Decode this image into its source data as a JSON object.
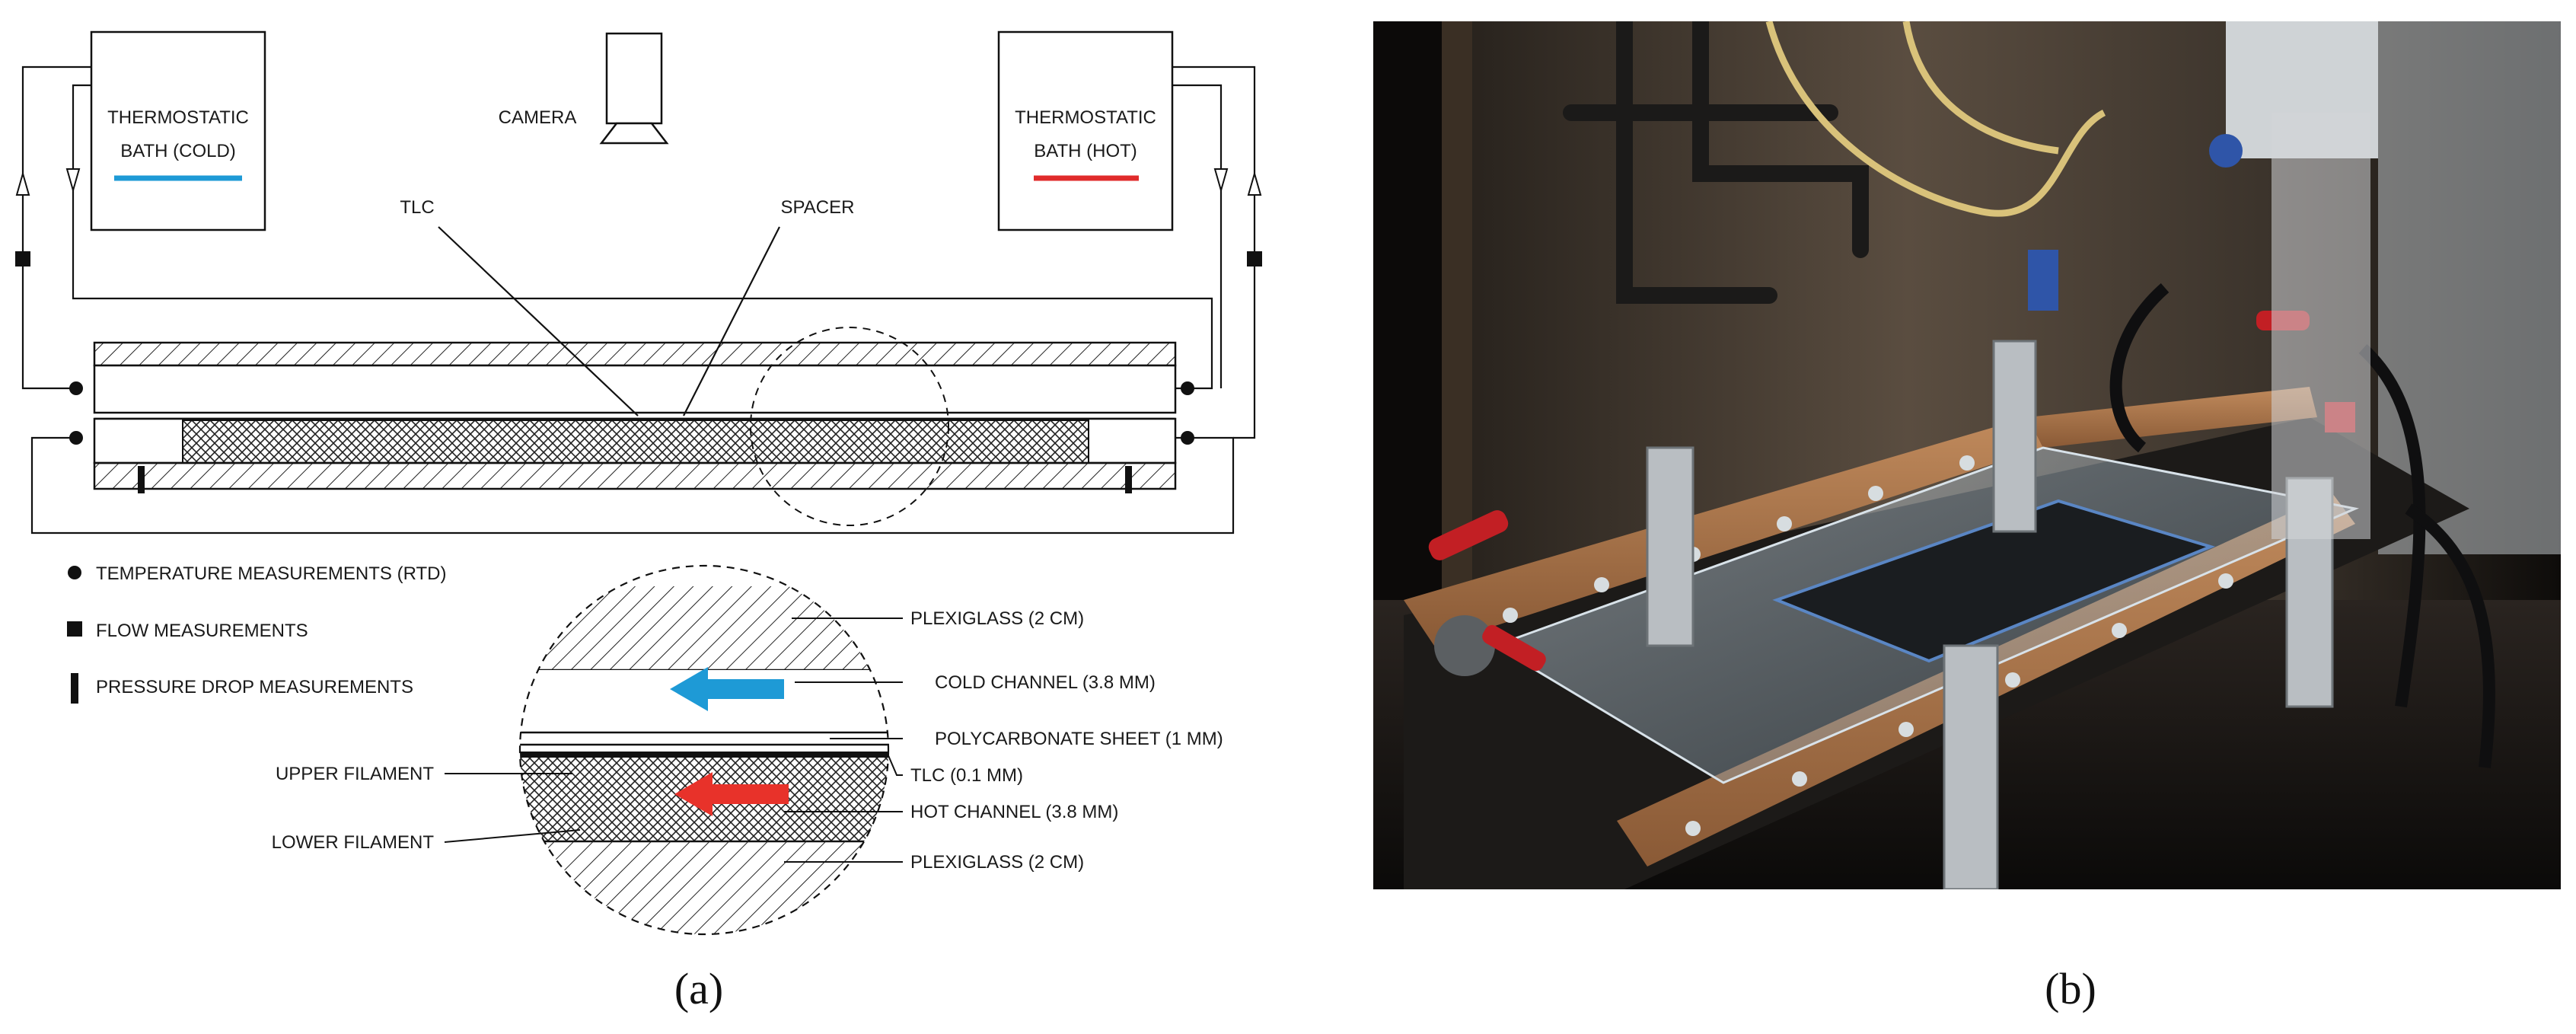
{
  "panel_a": {
    "caption": "(a)",
    "bath_cold": {
      "line1": "THERMOSTATIC",
      "line2": "BATH (COLD)",
      "color": "#1e9ad6"
    },
    "bath_hot": {
      "line1": "THERMOSTATIC",
      "line2": "BATH (HOT)",
      "color": "#e02b2b"
    },
    "camera_label": "CAMERA",
    "tlc_label": "TLC",
    "spacer_label": "SPACER",
    "legend": {
      "temperature": "TEMPERATURE MEASUREMENTS (RTD)",
      "flow": "FLOW MEASUREMENTS",
      "pressure": "PRESSURE DROP MEASUREMENTS"
    },
    "detail": {
      "plexiglass_top": "PLEXIGLASS (2 CM)",
      "cold_channel": "COLD CHANNEL (3.8 MM)",
      "polycarbonate": "POLYCARBONATE SHEET (1 MM)",
      "tlc": "TLC (0.1 MM)",
      "hot_channel": "HOT CHANNEL (3.8 MM)",
      "plexiglass_bottom": "PLEXIGLASS (2 CM)",
      "upper_filament": "UPPER FILAMENT",
      "lower_filament": "LOWER FILAMENT",
      "cold_arrow_color": "#1e9ad6",
      "hot_arrow_color": "#e8322a"
    }
  },
  "panel_b": {
    "caption": "(b)"
  }
}
